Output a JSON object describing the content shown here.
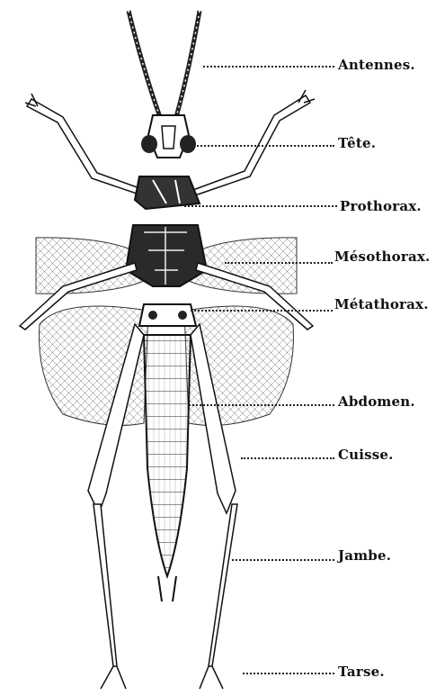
{
  "labels": {
    "antennes": "Antennes.",
    "tete": "Tête.",
    "prothorax": "Prothorax.",
    "mesothorax": "Mésothorax.",
    "metathorax": "Métathorax.",
    "abdomen": "Abdomen.",
    "cuisse": "Cuisse.",
    "jambe": "Jambe.",
    "tarse": "Tarse."
  },
  "colors": {
    "ink": "#111111",
    "paper": "#ffffff"
  }
}
